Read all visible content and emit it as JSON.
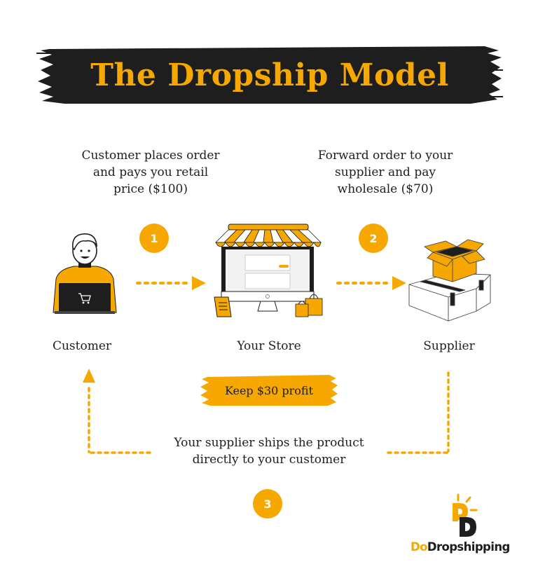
{
  "title": "The Dropship Model",
  "colors": {
    "accent": "#f7a800",
    "banner": "#1e1e1e",
    "text": "#1e1e1e",
    "background": "#ffffff"
  },
  "steps": [
    {
      "number": "1",
      "caption_lines": [
        "Customer places order",
        "and pays you retail",
        "price ($100)"
      ]
    },
    {
      "number": "2",
      "caption_lines": [
        "Forward order to your",
        "supplier and pay",
        "wholesale ($70)"
      ]
    },
    {
      "number": "3",
      "caption_lines": [
        "Your supplier ships the product",
        "directly to your customer"
      ]
    }
  ],
  "nodes": [
    {
      "id": "customer",
      "label": "Customer",
      "icon": "person-with-laptop-icon"
    },
    {
      "id": "store",
      "label": "Your Store",
      "icon": "storefront-monitor-icon"
    },
    {
      "id": "supplier",
      "label": "Supplier",
      "icon": "stacked-boxes-icon"
    }
  ],
  "profit_badge": "Keep $30 profit",
  "logo": {
    "prefix": "Do",
    "suffix": "Dropshipping"
  }
}
